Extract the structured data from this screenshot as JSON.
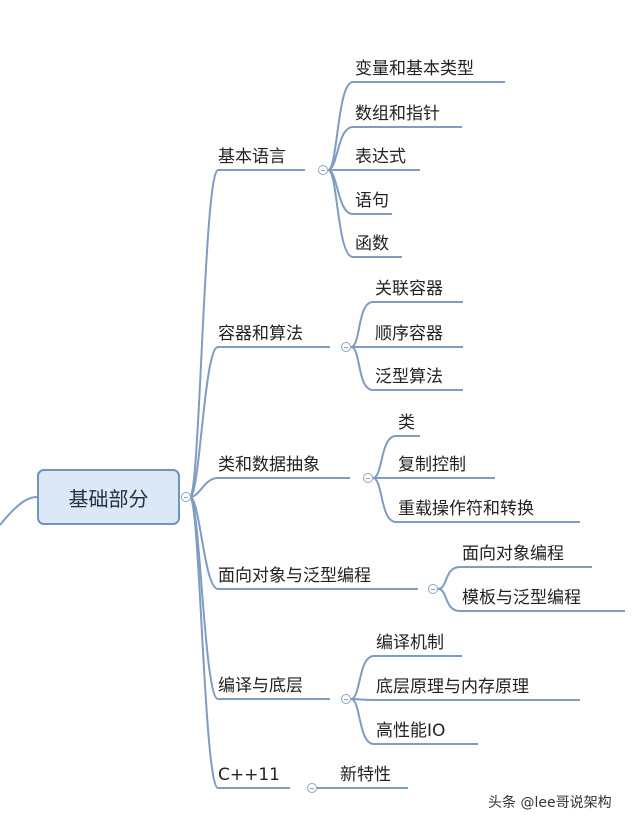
{
  "root": {
    "label": "基础部分"
  },
  "branches": [
    {
      "label": "基本语言",
      "children": [
        "变量和基本类型",
        "数组和指针",
        "表达式",
        "语句",
        "函数"
      ]
    },
    {
      "label": "容器和算法",
      "children": [
        "关联容器",
        "顺序容器",
        "泛型算法"
      ]
    },
    {
      "label": "类和数据抽象",
      "children": [
        "类",
        "复制控制",
        "重载操作符和转换"
      ]
    },
    {
      "label": "面向对象与泛型编程",
      "children": [
        "面向对象编程",
        "模板与泛型编程"
      ]
    },
    {
      "label": "编译与底层",
      "children": [
        "编译机制",
        "底层原理与内存原理",
        "高性能IO"
      ]
    },
    {
      "label": "C++11",
      "children": [
        "新特性"
      ]
    }
  ],
  "watermark": "头条 @lee哥说架构",
  "colors": {
    "line": "#7f9cc1",
    "root_fill": "#dce8f5",
    "root_border": "#6f94bf"
  }
}
